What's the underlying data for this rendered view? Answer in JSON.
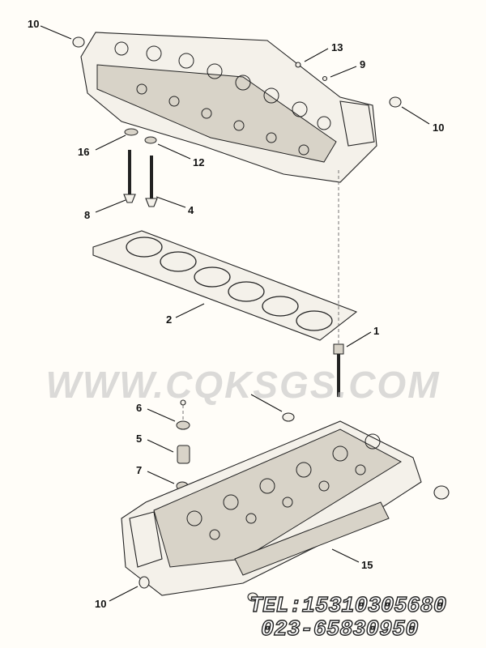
{
  "callouts": [
    {
      "n": "10"
    },
    {
      "n": "13"
    },
    {
      "n": "9"
    },
    {
      "n": "10"
    },
    {
      "n": "16"
    },
    {
      "n": "12"
    },
    {
      "n": "8"
    },
    {
      "n": "4"
    },
    {
      "n": "2"
    },
    {
      "n": "1"
    },
    {
      "n": "6"
    },
    {
      "n": "5"
    },
    {
      "n": "7"
    },
    {
      "n": "15"
    },
    {
      "n": "10"
    }
  ],
  "watermark": "WWW.CQKSGS.COM",
  "contact": {
    "tel": "TEL:15310305680",
    "phone": "023-65830950"
  }
}
